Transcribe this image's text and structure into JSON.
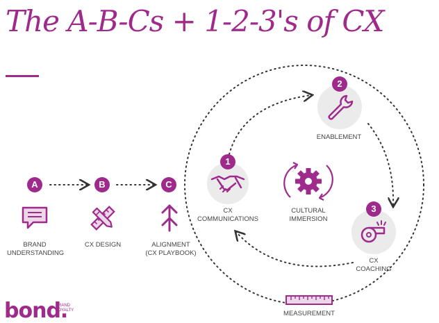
{
  "title": "The A-B-Cs + 1-2-3's of CX",
  "colors": {
    "accent": "#9e2a8c",
    "icon_bg": "#ebebeb",
    "text": "#444444",
    "dots": "#333333"
  },
  "letters": [
    {
      "badge": "A",
      "label_lines": [
        "BRAND",
        "UNDERSTANDING"
      ],
      "icon": "speech-bubble-icon"
    },
    {
      "badge": "B",
      "label_lines": [
        "CX DESIGN"
      ],
      "icon": "ruler-pencil-icon"
    },
    {
      "badge": "C",
      "label_lines": [
        "ALIGNMENT",
        "(CX PLAYBOOK)"
      ],
      "icon": "alignment-arrows-icon"
    }
  ],
  "steps": [
    {
      "badge": "1",
      "label_lines": [
        "CX",
        "COMMUNICATIONS"
      ],
      "icon": "handshake-icon"
    },
    {
      "badge": "2",
      "label_lines": [
        "ENABLEMENT"
      ],
      "icon": "wrench-icon"
    },
    {
      "badge": "3",
      "label_lines": [
        "CX",
        "COACHING"
      ],
      "icon": "whistle-icon"
    }
  ],
  "center": {
    "label_lines": [
      "CULTURAL",
      "IMMERSION"
    ],
    "icon": "gear-cycle-icon"
  },
  "measurement": {
    "label": "MEASUREMENT",
    "icon": "measuring-tape-icon"
  },
  "logo": {
    "text": "bond.",
    "sub_lines": [
      "BRAND",
      "LOYALTY"
    ]
  }
}
